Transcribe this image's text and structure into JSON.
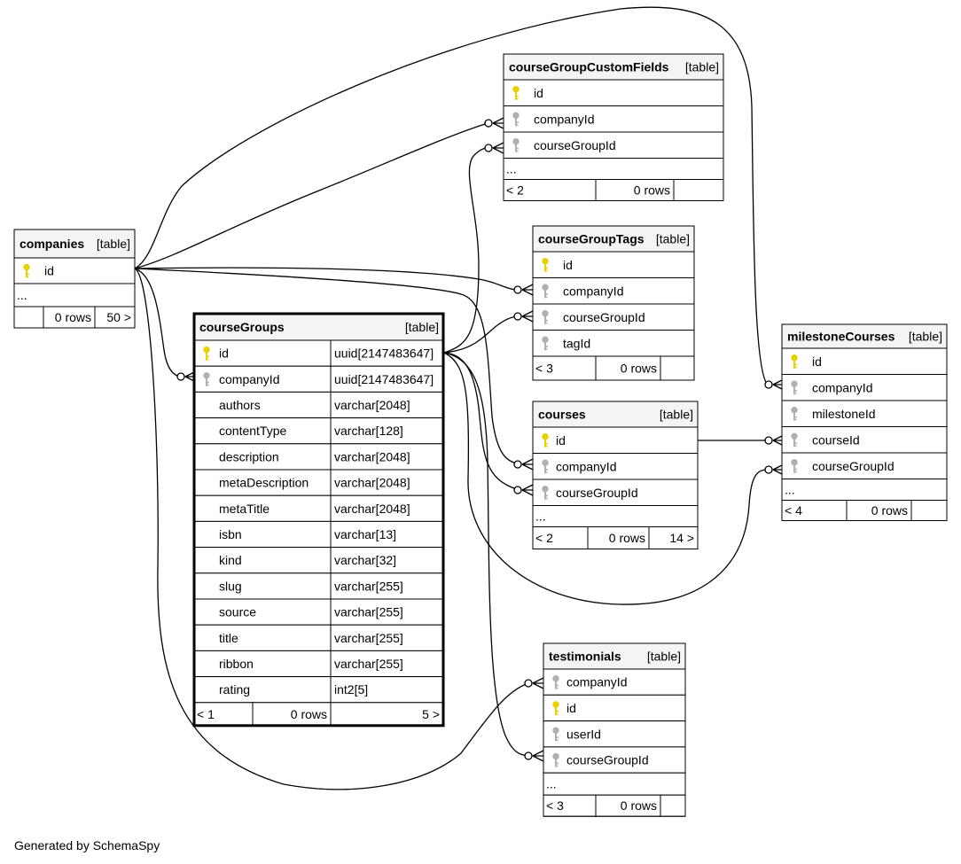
{
  "footer": "Generated by SchemaSpy",
  "colors": {
    "primary_key": "#e8d100",
    "foreign_key": "#b0b0b0",
    "header_bg": "#f4f4f4"
  },
  "tables": [
    {
      "name": "companies",
      "tag": "[table]",
      "columns": [
        {
          "name": "id",
          "key": "pk"
        }
      ],
      "ellipsis": "...",
      "footer": [
        "",
        "0 rows",
        "50 >"
      ]
    },
    {
      "name": "courseGroupCustomFields",
      "tag": "[table]",
      "columns": [
        {
          "name": "id",
          "key": "pk"
        },
        {
          "name": "companyId",
          "key": "fk"
        },
        {
          "name": "courseGroupId",
          "key": "fk"
        }
      ],
      "ellipsis": "...",
      "footer": [
        "< 2",
        "0 rows",
        ""
      ]
    },
    {
      "name": "courseGroupTags",
      "tag": "[table]",
      "columns": [
        {
          "name": "id",
          "key": "pk"
        },
        {
          "name": "companyId",
          "key": "fk"
        },
        {
          "name": "courseGroupId",
          "key": "fk"
        },
        {
          "name": "tagId",
          "key": "fk"
        }
      ],
      "footer": [
        "< 3",
        "0 rows",
        ""
      ]
    },
    {
      "name": "courseGroups",
      "tag": "[table]",
      "columns": [
        {
          "name": "id",
          "key": "pk",
          "type": "uuid[2147483647]"
        },
        {
          "name": "companyId",
          "key": "fk",
          "type": "uuid[2147483647]"
        },
        {
          "name": "authors",
          "key": "",
          "type": "varchar[2048]"
        },
        {
          "name": "contentType",
          "key": "",
          "type": "varchar[128]"
        },
        {
          "name": "description",
          "key": "",
          "type": "varchar[2048]"
        },
        {
          "name": "metaDescription",
          "key": "",
          "type": "varchar[2048]"
        },
        {
          "name": "metaTitle",
          "key": "",
          "type": "varchar[2048]"
        },
        {
          "name": "isbn",
          "key": "",
          "type": "varchar[13]"
        },
        {
          "name": "kind",
          "key": "",
          "type": "varchar[32]"
        },
        {
          "name": "slug",
          "key": "",
          "type": "varchar[255]"
        },
        {
          "name": "source",
          "key": "",
          "type": "varchar[255]"
        },
        {
          "name": "title",
          "key": "",
          "type": "varchar[255]"
        },
        {
          "name": "ribbon",
          "key": "",
          "type": "varchar[255]"
        },
        {
          "name": "rating",
          "key": "",
          "type": "int2[5]"
        }
      ],
      "footer": [
        "< 1",
        "0 rows",
        "5 >"
      ]
    },
    {
      "name": "courses",
      "tag": "[table]",
      "columns": [
        {
          "name": "id",
          "key": "pk"
        },
        {
          "name": "companyId",
          "key": "fk"
        },
        {
          "name": "courseGroupId",
          "key": "fk"
        }
      ],
      "ellipsis": "...",
      "footer": [
        "< 2",
        "0 rows",
        "14 >"
      ]
    },
    {
      "name": "milestoneCourses",
      "tag": "[table]",
      "columns": [
        {
          "name": "id",
          "key": "pk"
        },
        {
          "name": "companyId",
          "key": "fk"
        },
        {
          "name": "milestoneId",
          "key": "fk"
        },
        {
          "name": "courseId",
          "key": "fk"
        },
        {
          "name": "courseGroupId",
          "key": "fk"
        }
      ],
      "ellipsis": "...",
      "footer": [
        "< 4",
        "0 rows",
        ""
      ]
    },
    {
      "name": "testimonials",
      "tag": "[table]",
      "columns": [
        {
          "name": "companyId",
          "key": "fk"
        },
        {
          "name": "id",
          "key": "pk"
        },
        {
          "name": "userId",
          "key": "fk"
        },
        {
          "name": "courseGroupId",
          "key": "fk"
        }
      ],
      "ellipsis": "...",
      "footer": [
        "< 3",
        "0 rows",
        ""
      ]
    }
  ]
}
